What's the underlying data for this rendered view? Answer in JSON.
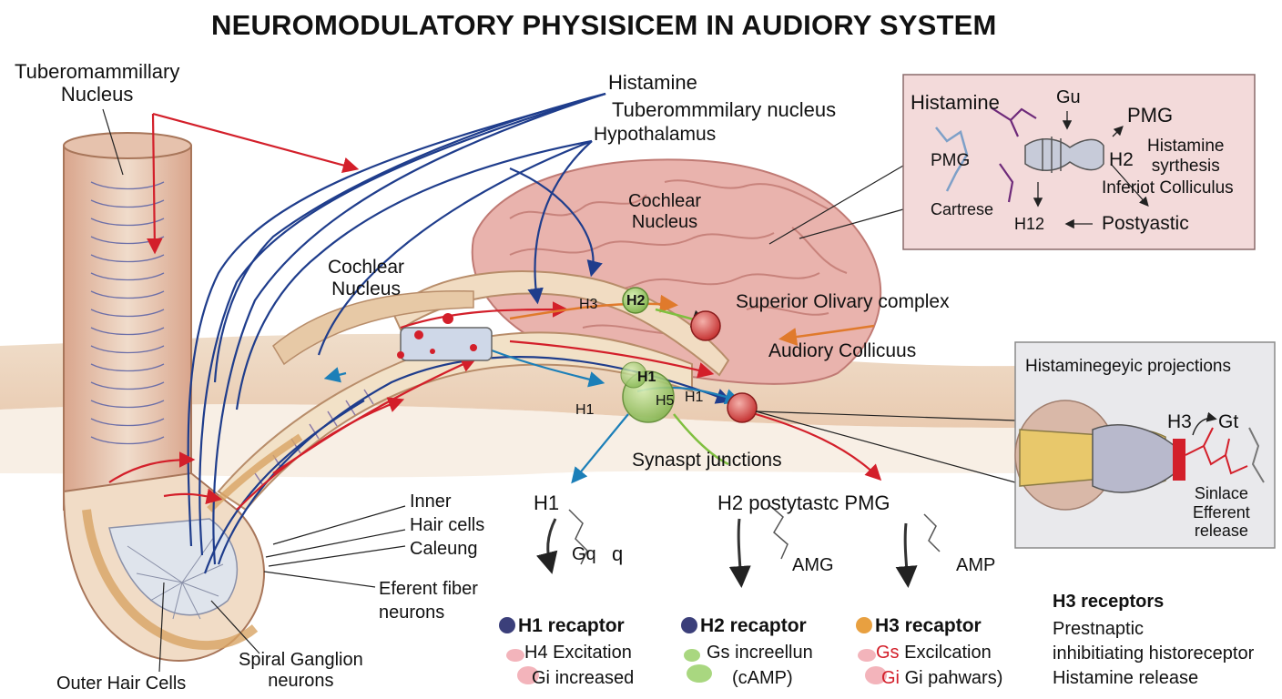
{
  "title": "NEUROMODULATORY PHYSISICEM IN AUDIORY SYSTEM",
  "labels": {
    "tuberomammillary_nucleus": "Tuberomammillary\nNucleus",
    "histamine": "Histamine",
    "tuberommmilary_nucleus": "Tuberommmilary nucleus",
    "hypothalamus": "Hypothalamus",
    "cochlear_nucleus_brain": "Cochlear\nNucleus",
    "cochlear_nucleus_left": "Cochlear\nNucleus",
    "superior_olivary_complex": "Superior Olivary complex",
    "audiory_collicuus": "Audiory Collicuus",
    "synapse_h2": "H2",
    "synapse_h3_small": "H3",
    "synapse_h1_right": "H1",
    "center_h1": "H1",
    "center_h5": "H5",
    "center_h1_right": "H1",
    "h1_left": "H1",
    "synaspt_junctions": "Synaspt junctions",
    "inner_hair_cells": "Inner\nHair cells\nCaleung",
    "eferent_fiber": "Eferent fiber\nneurons",
    "outer_hair_cells": "Outer Hair Cells",
    "spiral_ganglion": "Spiral Ganglion\nneurons"
  },
  "pathways": {
    "h1": {
      "head": "H1",
      "g": "Gq",
      "tail": "q"
    },
    "h2": {
      "head": "H2  postytastc PMG",
      "g": "AMG"
    },
    "h3": {
      "g": "AMP"
    }
  },
  "receptors": [
    {
      "label": "H1 recaptor",
      "line1_prefix": "H4",
      "line1": "Excitation",
      "line2_prefix": "Gi",
      "line2": "increased",
      "dot_color": "#3b3f7a"
    },
    {
      "label": "H2 recaptor",
      "line1_prefix": "Gs",
      "line1": "increellun",
      "line2": "(cAMP)",
      "dot_color": "#3b3f7a"
    },
    {
      "label": "H3 recaptor",
      "line1_prefix": "Gs",
      "line1": "Excilcation",
      "line2_prefix": "Gi",
      "line2": "Gi pahwars)",
      "dot_color": "#e8a040"
    }
  ],
  "h3_receptors": {
    "heading": "H3 receptors",
    "lines": [
      "Prestnaptic",
      "inhibitiating historeceptor",
      "Histamine release"
    ]
  },
  "inset_top": {
    "histamine": "Histamine",
    "gu": "Gu",
    "pmg_right": "PMG",
    "pmg_left": "PMG",
    "h2": "H2",
    "histamine_synthesis": "Histamine\nsyrthesis",
    "inferiot_colliculus": "Inferiot Colliculus",
    "cartrese": "Cartrese",
    "h12": "H12",
    "postyastic": "Postyastic"
  },
  "inset_right": {
    "heading": "Histaminegeyic projections",
    "h3": "H3",
    "gt": "Gt",
    "sinlace": "Sinlace\nEfferent\nrelease"
  },
  "colors": {
    "blue_fiber": "#1f3d8c",
    "red_arrow": "#d31f2a",
    "orange_arrow": "#e07a2c",
    "teal_arrow": "#1c7fb8",
    "green_arrow": "#7fbf3f",
    "brain": "#e9b3ad",
    "inset_bg": "#f3dada",
    "inset_right_bg": "#e9e9ec"
  }
}
